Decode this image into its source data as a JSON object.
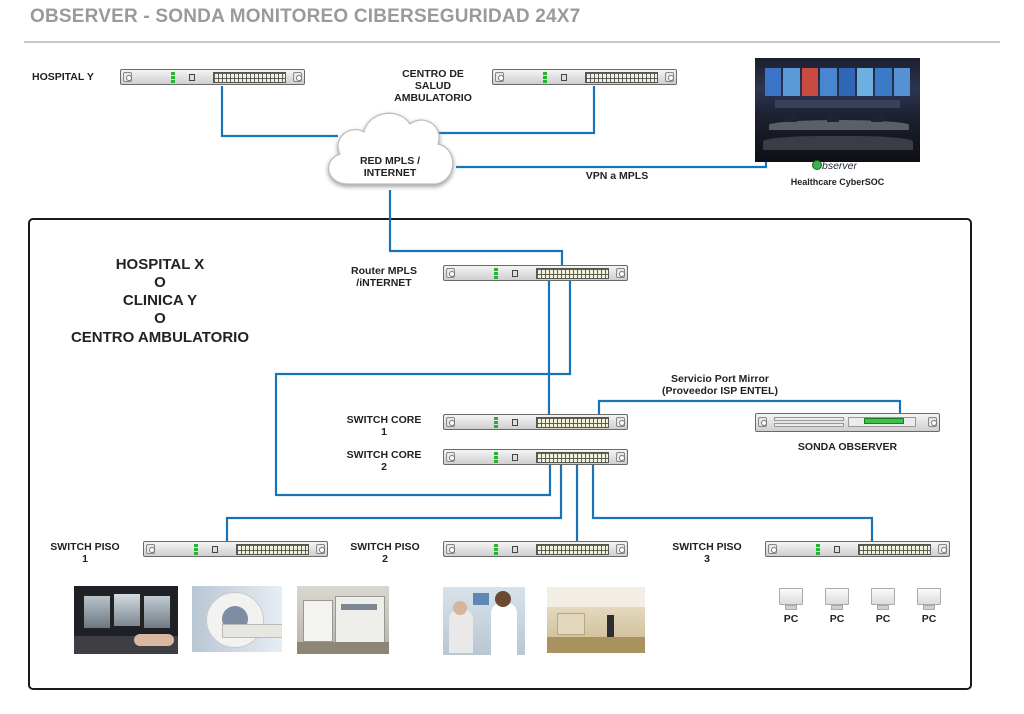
{
  "header": {
    "title": "OBSERVER - SONDA MONITOREO CIBERSEGURIDAD 24X7"
  },
  "remote_sites": {
    "hospital_y": "HOSPITAL Y",
    "centro_salud": [
      "CENTRO DE",
      "SALUD",
      "AMBULATORIO"
    ]
  },
  "cloud": {
    "label": [
      "RED MPLS /",
      "INTERNET"
    ]
  },
  "vpn": {
    "label": "VPN a MPLS"
  },
  "soc": {
    "logo_text": "bserver",
    "caption": "Healthcare CyberSOC"
  },
  "site": {
    "name": [
      "HOSPITAL X",
      "O",
      "CLINICA Y",
      "O",
      "CENTRO AMBULATORIO"
    ]
  },
  "devices": {
    "router": [
      "Router MPLS",
      "/iNTERNET"
    ],
    "switch_core_1": [
      "SWITCH CORE",
      "1"
    ],
    "switch_core_2": [
      "SWITCH CORE",
      "2"
    ],
    "switch_piso_1": [
      "SWITCH PISO",
      "1"
    ],
    "switch_piso_2": [
      "SWITCH PISO",
      "2"
    ],
    "switch_piso_3": [
      "SWITCH PISO",
      "3"
    ],
    "sonda": "SONDA OBSERVER"
  },
  "port_mirror": {
    "label": [
      "Servicio Port Mirror",
      "(Proveedor ISP ENTEL)"
    ]
  },
  "pcs": [
    "PC",
    "PC",
    "PC",
    "PC"
  ],
  "colors": {
    "link": "#1a73b5",
    "title": "#9a9a9a",
    "border": "#1a1a1a",
    "led": "#28b432"
  }
}
